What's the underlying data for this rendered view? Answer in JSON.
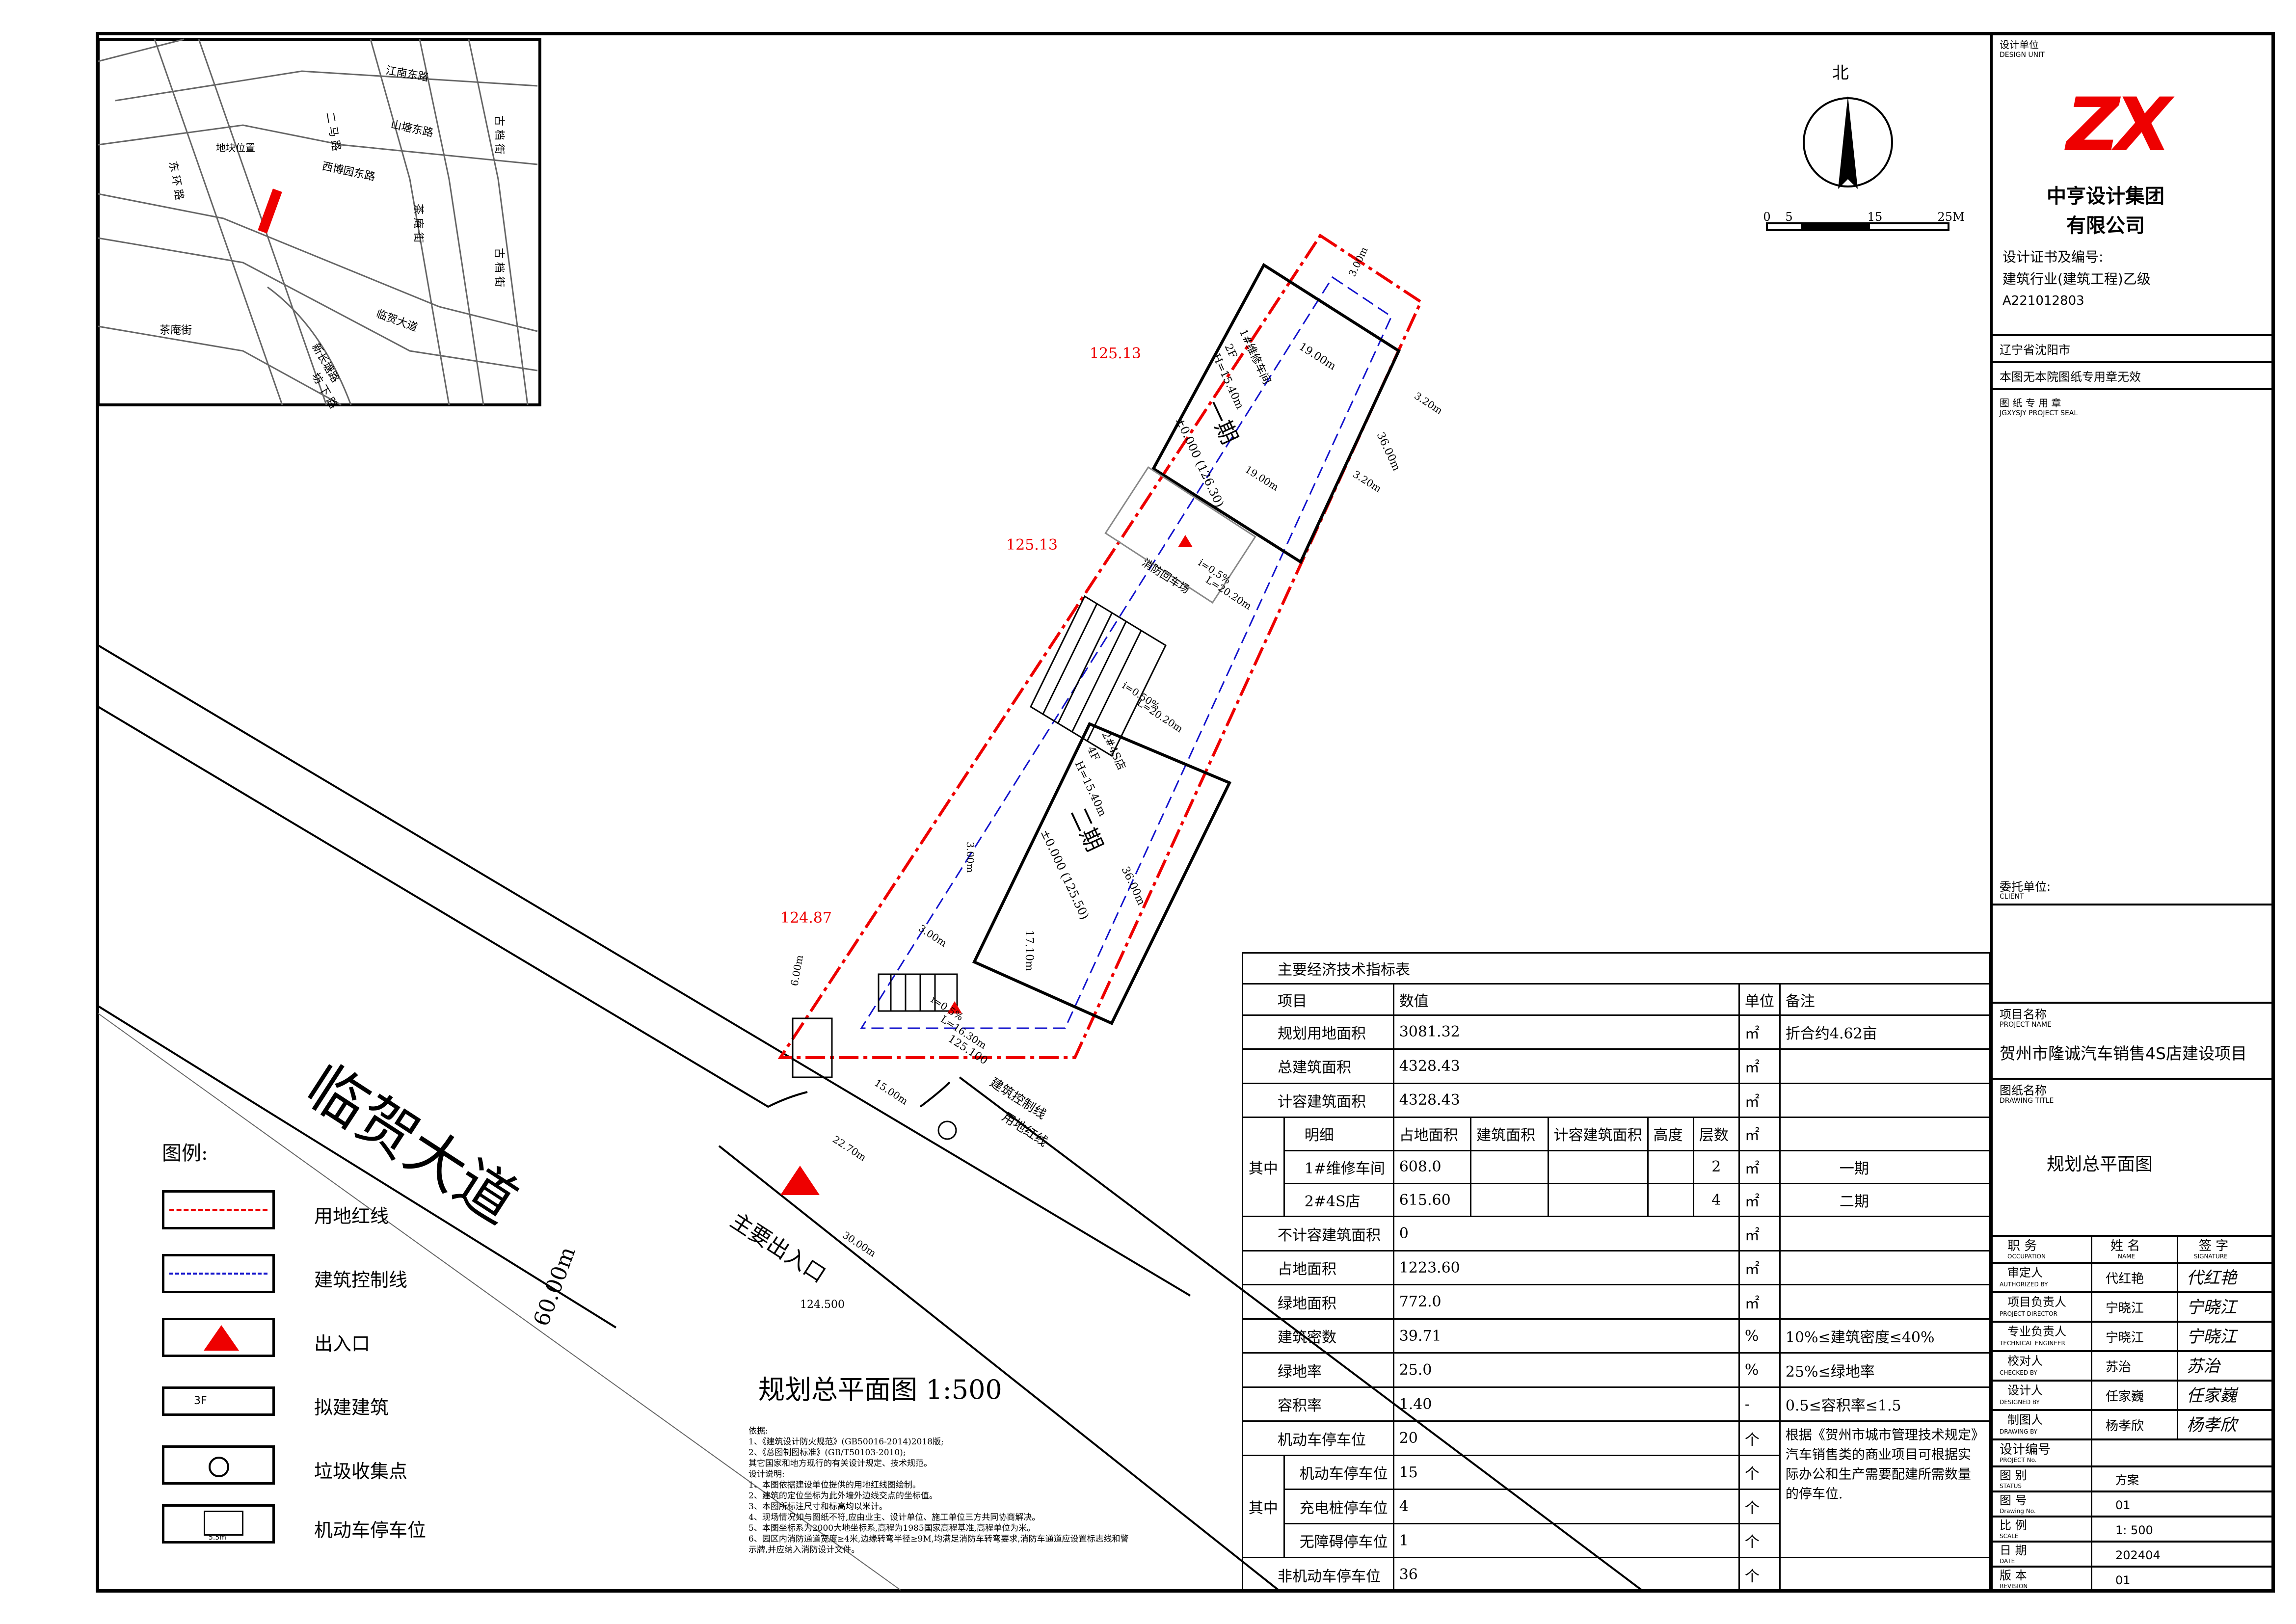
{
  "compass": {
    "north": "北",
    "scale_ticks": [
      "0",
      "5",
      "15",
      "25M"
    ]
  },
  "location_map": {
    "roads": [
      "江南东路",
      "山塘东路",
      "西博园东路",
      "临贺大道",
      "茶庵街",
      "二 马 路",
      "新长塘路"
    ],
    "road_labels_v": [
      "古 档 街",
      "东 环 路",
      "茶 庵 街",
      "古 档 街",
      "坊 下 路"
    ],
    "site_label": "地块位置"
  },
  "plan": {
    "road_name": "临贺大道",
    "road_width": "60.00m",
    "main_entrance": "主要出入口",
    "title": "规划总平面图 1:500",
    "elevations": [
      "125.13",
      "125.13",
      "124.87",
      "125.100",
      "124.500"
    ],
    "building1": {
      "name": "1#维修车间",
      "floors": "2F",
      "height": "H=15.40m",
      "phase": "一期",
      "level": "±0.000 (126.30)",
      "width": "19.00m",
      "depth": "36.00m"
    },
    "building2": {
      "name": "2#4S店",
      "floors": "4F",
      "height": "H=15.40m",
      "phase": "二期",
      "level": "±0.000 (125.50)",
      "width": "17.10m",
      "depth": "36.00m"
    },
    "dims": [
      "3.00m",
      "3.20m",
      "6.00m",
      "15.00m",
      "22.70m",
      "30.00m",
      "19.00m",
      "3.20m",
      "3.00m",
      "3.00m"
    ],
    "slope_labels": [
      "i=0.5%",
      "L=16.30m",
      "i=0.50%",
      "L=20.20m",
      "i=0.5%",
      "L=20.20m"
    ],
    "lines": [
      "建筑控制线",
      "用地红线"
    ],
    "fire_label": "消防回车场"
  },
  "legend": {
    "title": "图例:",
    "items": [
      "用地红线",
      "建筑控制线",
      "出入口",
      "拟建建筑",
      "垃圾收集点",
      "机动车停车位"
    ],
    "bldg_symbol": "3F",
    "parking_symbol": "5.5m"
  },
  "notes": {
    "lines": [
      "依据:",
      "1、《建筑设计防火规范》(GB50016-2014)2018版;",
      "2、《总图制图标准》(GB/T50103-2010);",
      "   其它国家和地方现行的有关设计规定、技术规范。",
      "设计说明:",
      "1、本图依据建设单位提供的用地红线图绘制。",
      "2、建筑的定位坐标为此外墙外边线交点的坐标值。",
      "3、本图所标注尺寸和标高均以米计。",
      "4、现场情况如与图纸不符,应由业主、设计单位、施工单位三方共同协商解决。",
      "5、本图坐标系为2000大地坐标系,高程为1985国家高程基准,高程单位为米。",
      "6、园区内消防通道宽度≥4米,边缘转弯半径≥9M,均满足消防车转弯要求,消防车通道应设置标志线和警",
      "示牌,并应纳入消防设计文件。"
    ]
  },
  "econ_table": {
    "title": "主要经济技术指标表",
    "headers": [
      "项目",
      "数值",
      "单位",
      "备注"
    ],
    "sub_headers": [
      "明细",
      "占地面积",
      "建筑面积",
      "计容建筑面积",
      "高度",
      "层数"
    ],
    "group_label": "其中",
    "rows": [
      {
        "item": "规划用地面积",
        "value": "3081.32",
        "unit": "㎡",
        "note": "折合约4.62亩"
      },
      {
        "item": "总建筑面积",
        "value": "4328.43",
        "unit": "㎡",
        "note": ""
      },
      {
        "item": "计容建筑面积",
        "value": "4328.43",
        "unit": "㎡",
        "note": ""
      },
      {
        "item": "不计容建筑面积",
        "value": "0",
        "unit": "㎡",
        "note": ""
      },
      {
        "item": "占地面积",
        "value": "1223.60",
        "unit": "㎡",
        "note": ""
      },
      {
        "item": "绿地面积",
        "value": "772.0",
        "unit": "㎡",
        "note": ""
      },
      {
        "item": "建筑密数",
        "value": "39.71",
        "unit": "%",
        "note": "10%≤建筑密度≤40%"
      },
      {
        "item": "绿地率",
        "value": "25.0",
        "unit": "%",
        "note": "25%≤绿地率"
      },
      {
        "item": "容积率",
        "value": "1.40",
        "unit": "-",
        "note": "0.5≤容积率≤1.5"
      },
      {
        "item": "机动车停车位",
        "value": "20",
        "unit": "个",
        "note": "根据《贺州市城市管理技术规定》汽车销售类的商业项目可根据实际办公和生产需要配建所需数量的停车位."
      },
      {
        "item": "非机动车停车位",
        "value": "36",
        "unit": "个",
        "note": ""
      }
    ],
    "detail_rows": [
      {
        "name": "1#维修车间",
        "area": "608.0",
        "floors": "2",
        "unit": "㎡",
        "note": "一期"
      },
      {
        "name": "2#4S店",
        "area": "615.60",
        "floors": "4",
        "unit": "㎡",
        "note": "二期"
      }
    ],
    "parking_rows": [
      {
        "item": "机动车停车位",
        "value": "15",
        "unit": "个"
      },
      {
        "item": "充电桩停车位",
        "value": "4",
        "unit": "个"
      },
      {
        "item": "无障碍停车位",
        "value": "1",
        "unit": "个"
      }
    ]
  },
  "title_block": {
    "design_unit": "设计单位",
    "design_unit_en": "DESIGN UNIT",
    "logo_text": "ZX",
    "company": [
      "中亨设计集团",
      "有限公司"
    ],
    "cert_label": "设计证书及编号:",
    "cert_value": "建筑行业(建筑工程)乙级",
    "cert_no": "A221012803",
    "location": "辽宁省沈阳市",
    "seal_note": "本图无本院图纸专用章无效",
    "seal_label": "图 纸 专 用 章",
    "seal_label_en": "JGXYSJY PROJECT SEAL",
    "client_label": "委托单位:",
    "client_en": "CLIENT",
    "project_label": "项目名称",
    "project_en": "PROJECT NAME",
    "project_name": "贺州市隆诚汽车销售4S店建设项目",
    "drawing_label": "图纸名称",
    "drawing_en": "DRAWING TITLE",
    "drawing_name": "规划总平面图",
    "role_headers": [
      "职 务",
      "姓 名",
      "签 字"
    ],
    "role_headers_en": [
      "OCCUPATION",
      "NAME",
      "SIGNATURE"
    ],
    "roles": [
      {
        "role": "审定人",
        "en": "AUTHORIZED BY",
        "name": "代红艳",
        "sig": "代红艳"
      },
      {
        "role": "项目负责人",
        "en": "PROJECT DIRECTOR",
        "name": "宁晓江",
        "sig": "宁晓江"
      },
      {
        "role": "专业负责人",
        "en": "TECHNICAL ENGINEER",
        "name": "宁晓江",
        "sig": "宁晓江"
      },
      {
        "role": "校对人",
        "en": "CHECKED BY",
        "name": "苏治",
        "sig": "苏治"
      },
      {
        "role": "设计人",
        "en": "DESIGNED BY",
        "name": "任家巍",
        "sig": "任家巍"
      },
      {
        "role": "制图人",
        "en": "DRAWING BY",
        "name": "杨孝欣",
        "sig": "杨孝欣"
      }
    ],
    "design_no": "设计编号",
    "design_no_en": "PROJECT No.",
    "meta": [
      {
        "label": "图 别",
        "en": "STATUS",
        "value": "方案"
      },
      {
        "label": "图 号",
        "en": "Drawing No.",
        "value": "01"
      },
      {
        "label": "比 例",
        "en": "SCALE",
        "value": "1: 500"
      },
      {
        "label": "日 期",
        "en": "DATE",
        "value": "202404"
      },
      {
        "label": "版 本",
        "en": "REVISION",
        "value": "01"
      }
    ]
  }
}
